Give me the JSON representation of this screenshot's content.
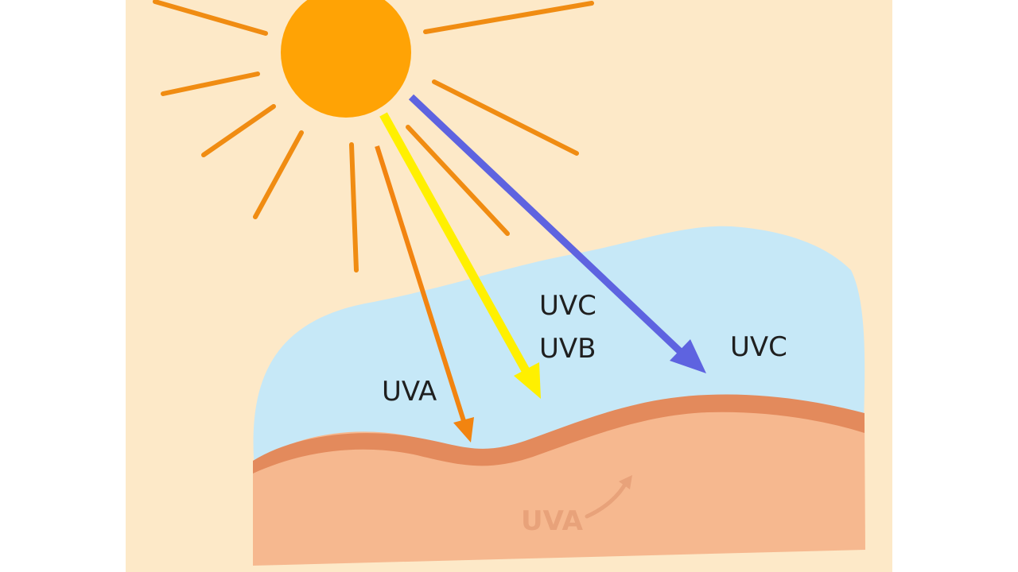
{
  "diagram": {
    "colors": {
      "background": "#fde9c8",
      "page_margin": "#ffffff",
      "sun": "#ffa305",
      "sun_rays": "#f08c12",
      "sky": "#c6e8f7",
      "skin_surface": "#e38a5c",
      "skin_body": "#f6b88f",
      "uva_arrow": "#f28410",
      "uvb_arrow": "#fff000",
      "uvc_arrow": "#5e63e0"
    },
    "labels": {
      "uva": "UVA",
      "uvc_uvb_top": "UVC",
      "uvc_uvb_bottom": "UVB",
      "uvc": "UVC"
    },
    "watermark": "UVA"
  }
}
